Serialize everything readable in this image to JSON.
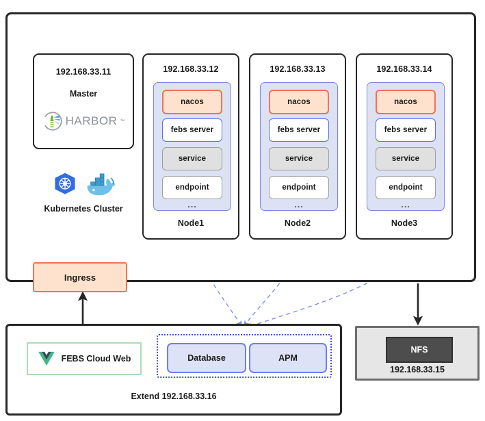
{
  "cluster": {
    "master": {
      "ip": "192.168.33.11",
      "role": "Master",
      "registry_logo": "harbor-logo",
      "registry_name": "HARBOR",
      "registry_tm": "™"
    },
    "platform": {
      "k8s_icon": "kubernetes-icon",
      "docker_icon": "docker-icon",
      "label": "Kubernetes Cluster"
    },
    "nodes": [
      {
        "ip": "192.168.33.12",
        "name": "Node1",
        "stack": [
          "nacos",
          "febs server",
          "service",
          "endpoint"
        ],
        "more": "..."
      },
      {
        "ip": "192.168.33.13",
        "name": "Node2",
        "stack": [
          "nacos",
          "febs server",
          "service",
          "endpoint"
        ],
        "more": "..."
      },
      {
        "ip": "192.168.33.14",
        "name": "Node3",
        "stack": [
          "nacos",
          "febs server",
          "service",
          "endpoint"
        ],
        "more": "..."
      }
    ],
    "ingress": {
      "label": "Ingress"
    }
  },
  "extend": {
    "web": {
      "logo": "vue-logo",
      "label": "FEBS Cloud Web"
    },
    "services": [
      "Database",
      "APM"
    ],
    "footer": "Extend 192.168.33.16"
  },
  "storage": {
    "name": "NFS",
    "ip": "192.168.33.15"
  },
  "colors": {
    "crimson_flow": "#e8265b",
    "blue_flow": "#7f8ff0",
    "nacos_border": "#f4705a",
    "nacos_fill": "#ffe2cd",
    "pod_panel_fill": "#dde1f4",
    "pod_panel_border": "#7b86e8",
    "febs_border": "#5b6ef0",
    "service_fill": "#e0e0e0",
    "outline": "#262626",
    "nfs_fill": "#4d4d4d",
    "vue_green": "#41b883",
    "vue_dark": "#35495e"
  }
}
